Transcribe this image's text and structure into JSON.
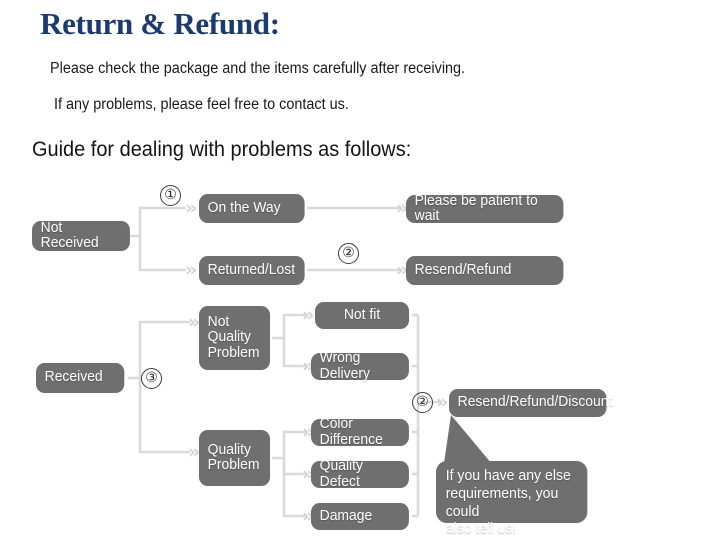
{
  "header": {
    "title": "Return & Refund:",
    "line1": "Please check the package and the items carefully after receiving.",
    "line2": "If any problems, please feel free to contact us.",
    "guide": "Guide for dealing with problems as follows:"
  },
  "colors": {
    "title_blue": "#1c3a72",
    "node_gray": "#6f6f6f",
    "node_text": "#ffffff",
    "wire_gray": "#dadada",
    "background": "#ffffff"
  },
  "flowchart": {
    "nodes": {
      "not_received": "Not Received",
      "on_the_way": "On the Way",
      "returned_lost": "Returned/Lost",
      "please_wait": "Please be patient to wait",
      "resend_refund": "Resend/Refund",
      "received": "Received",
      "not_quality_problem": "Not\nQuality\nProblem",
      "quality_problem": "Quality\nProblem",
      "not_fit": "Not fit",
      "wrong_delivery": "Wrong Delivery",
      "color_difference": "Color Difference",
      "quality_defect": "Quality Defect",
      "damage": "Damage",
      "resend_refund_discount": "Resend/Refund/Discount"
    },
    "markers": {
      "m1": "①",
      "m2_top": "②",
      "m3": "③",
      "m2_bottom": "②"
    },
    "callout": "If you have any else\nrequirements, you could\nalso tell us!",
    "arrow_glyph": "»"
  }
}
